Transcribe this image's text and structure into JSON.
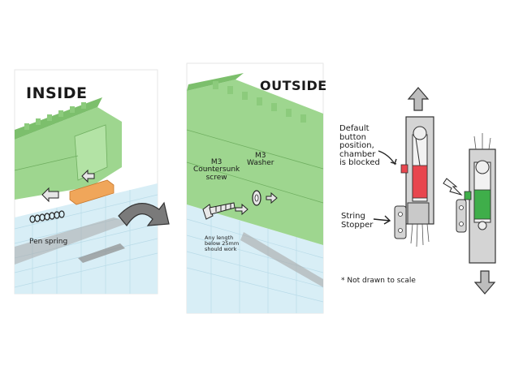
{
  "panels": {
    "inside": {
      "title": "INSIDE",
      "pen_spring_label": "Pen spring"
    },
    "outside": {
      "title": "OUTSIDE",
      "screw_label": "M3\nCountersunk\nscrew",
      "washer_label": "M3\nWasher",
      "length_note": "Any length\nbelow 25mm\nshould work"
    },
    "schematic": {
      "default_label": "Default\nbutton\nposition,\nchamber\nis blocked",
      "stopper_label": "String\nStopper",
      "scale_note": "* Not drawn to scale"
    }
  },
  "colors": {
    "part_green": "#9ed68f",
    "part_green_dark": "#7cbf6c",
    "grid_blue": "#d8eef6",
    "button_orange": "#f0a65a",
    "blocked_red": "#e8464e",
    "open_green": "#3fae4a",
    "body_gray": "#d4d4d4"
  },
  "icons": [
    "curved-arrow-icon",
    "up-arrow-icon",
    "down-arrow-icon",
    "pointer-arrow-icon"
  ]
}
